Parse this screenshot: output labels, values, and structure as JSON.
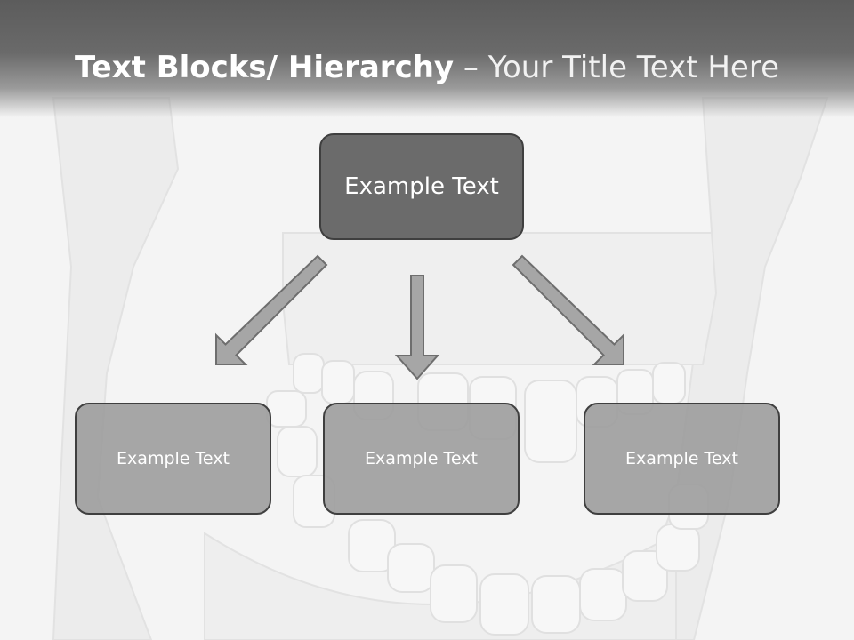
{
  "title": {
    "bold": "Text Blocks/ Hierarchy",
    "separator": " – ",
    "rest": "Your Title Text Here"
  },
  "top_box": {
    "label": "Example Text"
  },
  "child_boxes": [
    {
      "label": "Example Text"
    },
    {
      "label": "Example Text"
    },
    {
      "label": "Example Text"
    }
  ],
  "colors": {
    "title_bar": "#5c5c5c",
    "top_box_fill": "#6b6b6b",
    "child_box_fill": "#9e9e9e",
    "arrow_fill": "#a6a6a6",
    "border": "#3f3f3f"
  },
  "background_image": "jaw-teeth-illustration"
}
